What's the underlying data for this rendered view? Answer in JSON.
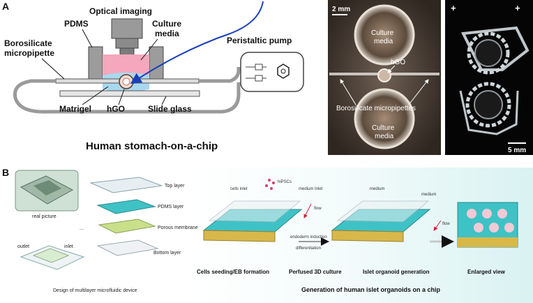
{
  "panel_a": {
    "letter": "A",
    "optical_imaging": "Optical imaging",
    "pdms": "PDMS",
    "culture_media": "Culture\nmedia",
    "borosilicate": "Borosilicate\nmicropipette",
    "peristaltic_pump": "Peristaltic pump",
    "matrigel": "Matrigel",
    "hgo": "hGO",
    "slide_glass": "Slide glass",
    "title": "Human stomach-on-a-chip",
    "photo1_scale": "2 mm",
    "photo1_culture_top": "Culture\nmedia",
    "photo1_hgo": "hGO",
    "photo1_micropipettes": "Borosilicate micropipettes",
    "photo1_culture_bottom": "Culture\nmedia",
    "photo2_plus_left": "+",
    "photo2_plus_right": "+",
    "photo2_scale": "5 mm"
  },
  "panel_b": {
    "letter": "B",
    "real_picture": "real picture",
    "outlet": "outlet",
    "inlet": "inlet",
    "top_layer": "Top layer",
    "pdms_layer": "PDMS layer",
    "porous_membrane": "Porous membrane",
    "bottom_layer": "Bottom layer",
    "left_caption": "Design of multilayer microfluidic device",
    "hipscs": "hiPSCs",
    "cells_inlet": "cells inlet",
    "medium_inlet": "medium Inlet",
    "flow1": "flow",
    "medium1": "medium",
    "medium2": "medium",
    "flow2": "flow",
    "endoderm": "endoderm induction",
    "differentiation": "differentiation",
    "step1": "Cells seeding/EB formation",
    "step2": "Perfused 3D culture",
    "step3": "Islet organoid generation",
    "step4": "Enlarged view",
    "right_caption": "Generation of human islet organoids on a chip"
  },
  "colors": {
    "pink_media": "#f4a7bd",
    "blue_matrigel": "#a9d8ee",
    "arrow_blue": "#1a3fb8",
    "tubing": "#9a9a9a",
    "teal_pdms": "#3fc2c5",
    "gold_membrane": "#d8b84a"
  }
}
